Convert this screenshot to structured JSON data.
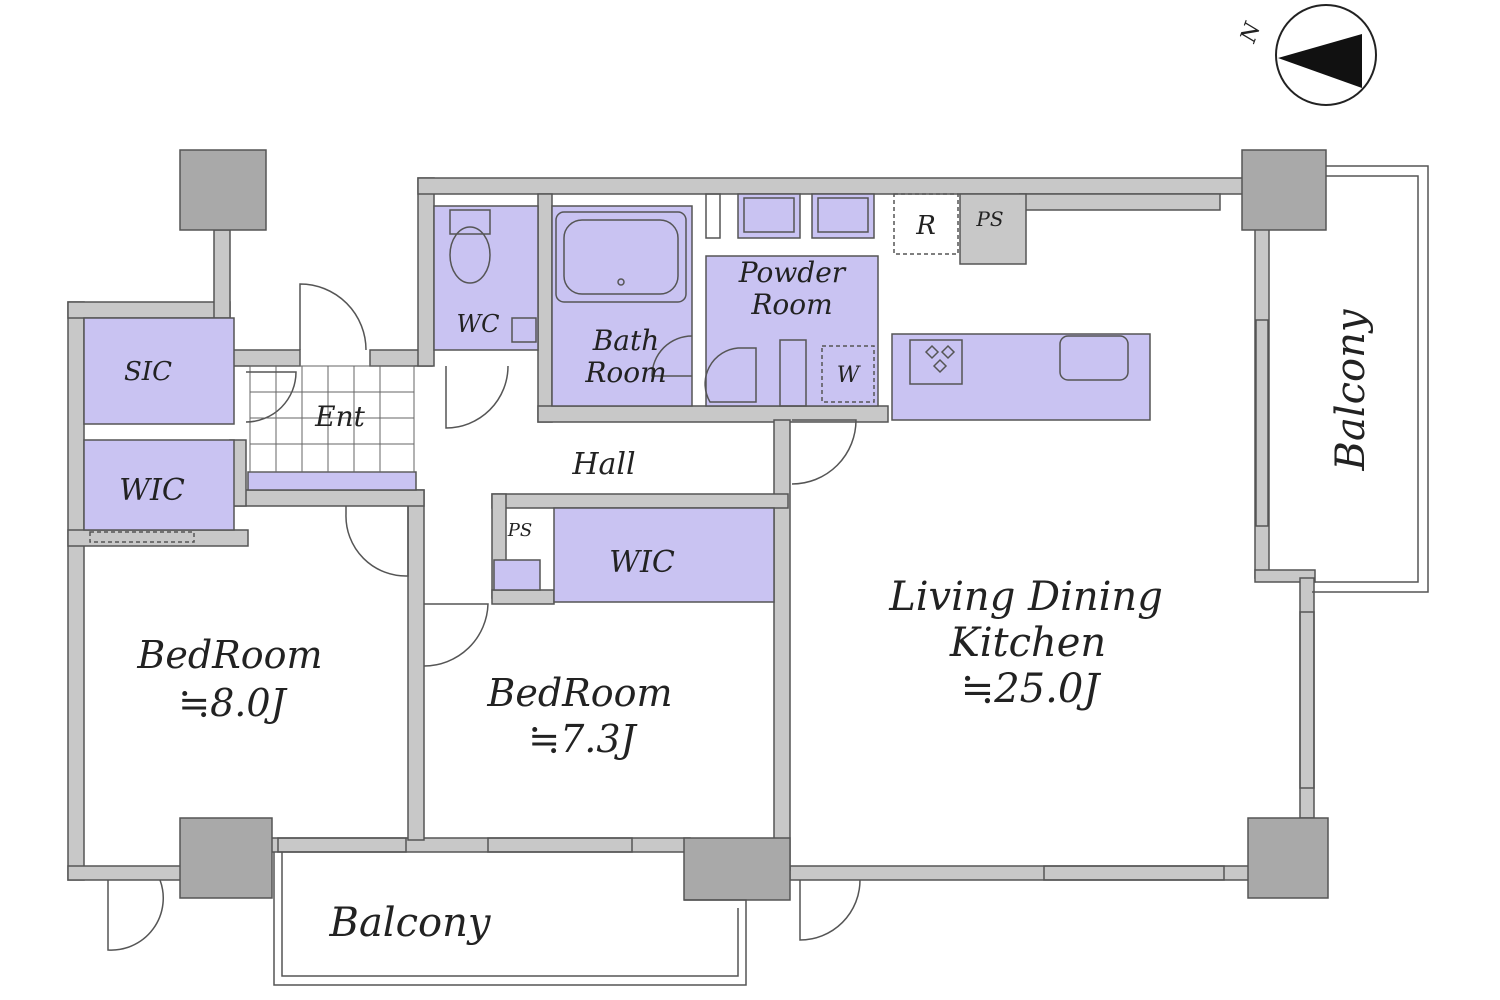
{
  "colors": {
    "wall": "#c8c8c8",
    "pillar": "#a9a9a9",
    "room_highlight": "#c9c3f2",
    "line": "#555555"
  },
  "compass": {
    "label": "N"
  },
  "rooms": {
    "sic": "SIC",
    "wic_left": "WIC",
    "wic_center": "WIC",
    "wc": "WC",
    "bath_line1": "Bath",
    "bath_line2": "Room",
    "powder_line1": "Powder",
    "powder_line2": "Room",
    "washer": "W",
    "refrigerator": "R",
    "ps_top": "PS",
    "ps_center": "PS",
    "entrance": "Ent",
    "hall": "Hall",
    "bedroom_left_name": "BedRoom",
    "bedroom_left_size": "≒8.0J",
    "bedroom_center_name": "BedRoom",
    "bedroom_center_size": "≒7.3J",
    "ldk_line1": "Living Dining",
    "ldk_line2": "Kitchen",
    "ldk_size": "≒25.0J",
    "balcony_bottom": "Balcony",
    "balcony_right": "Balcony"
  }
}
